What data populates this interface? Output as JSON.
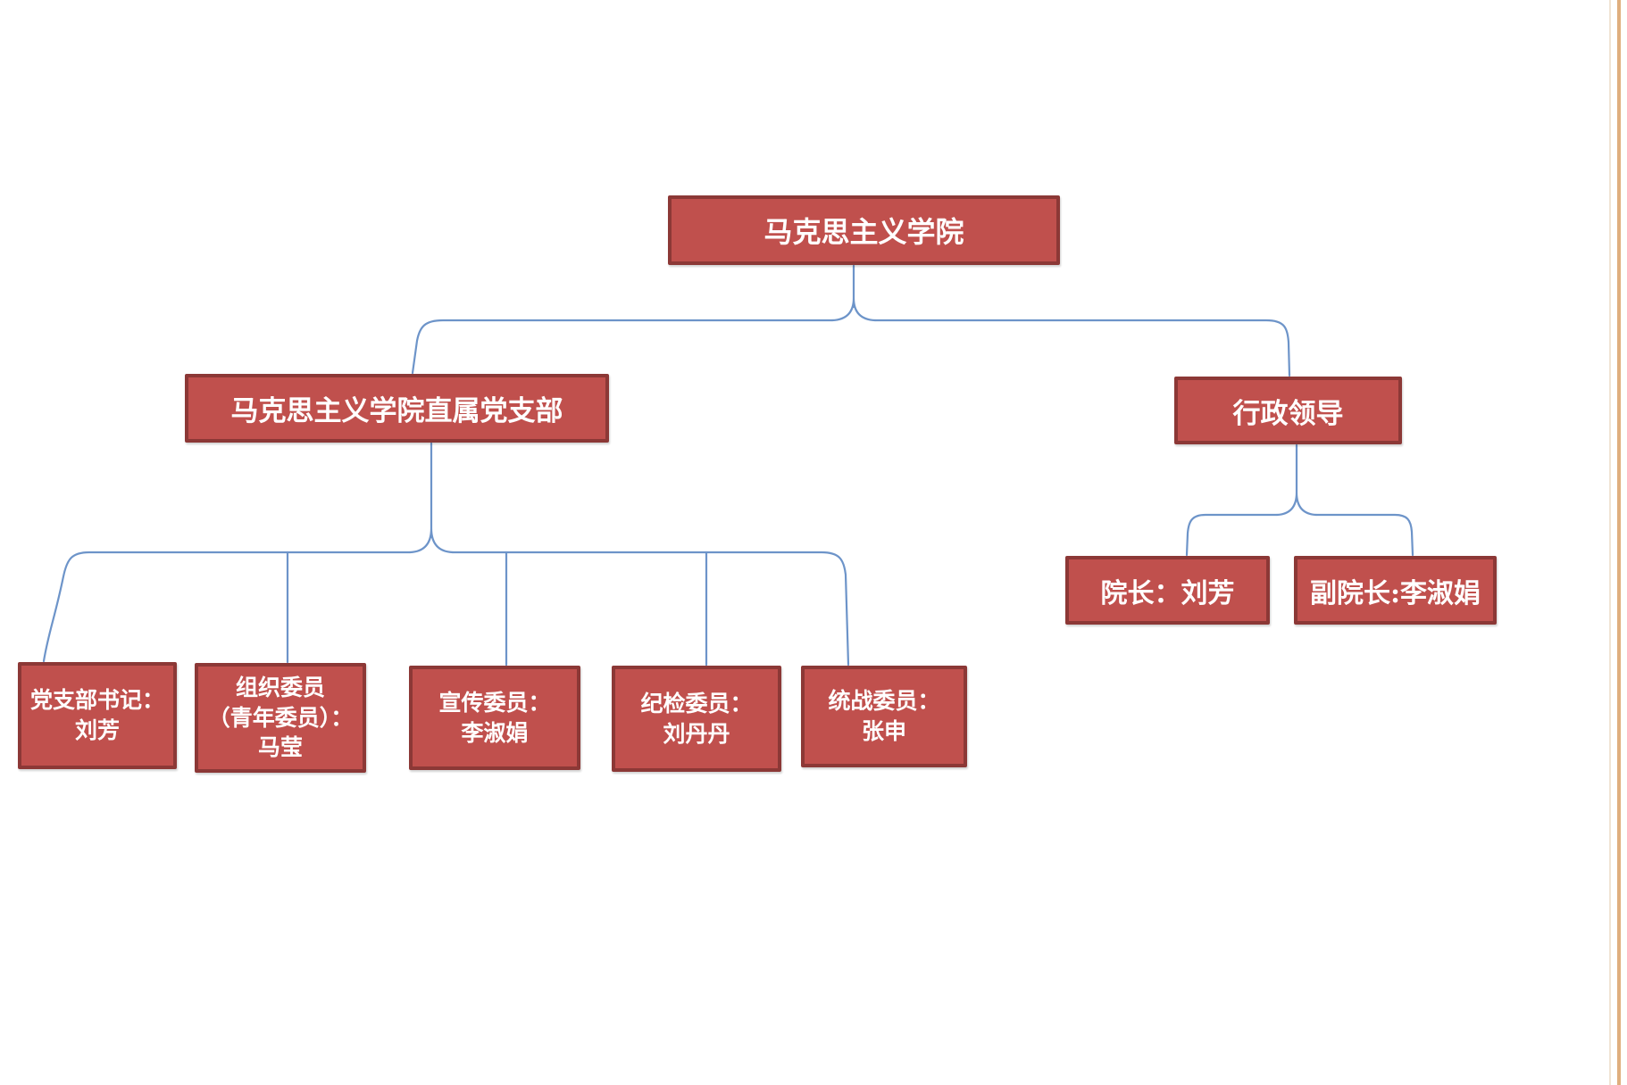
{
  "org": {
    "root": "马克思主义学院",
    "party_branch": "马克思主义学院直属党支部",
    "admin": "行政领导",
    "party_members": [
      "党支部书记：\n刘芳",
      "组织委员\n（青年委员）：\n马莹",
      "宣传委员：\n李淑娟",
      "纪检委员：\n刘丹丹",
      "统战委员：\n张申"
    ],
    "admin_members": [
      "院长：刘芳",
      "副院长:李淑娟"
    ]
  },
  "palette": {
    "node_fill": "#C0504D",
    "node_border": "#8C3836",
    "node_text": "#FFFFFF",
    "connector": "#6D94C9",
    "page_edge": "#DFAE7E"
  },
  "icons": {
    "connector_elbow": "curved-bracket-connector"
  }
}
